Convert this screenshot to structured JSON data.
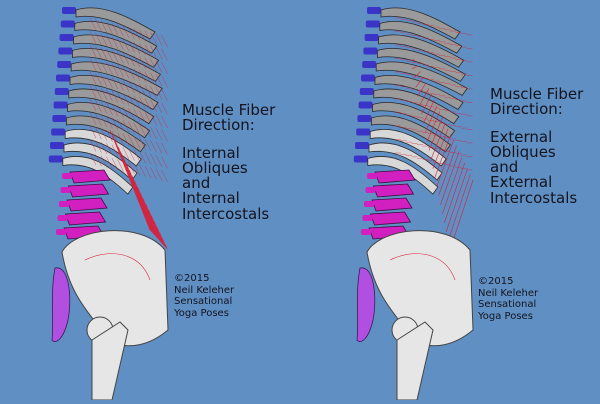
{
  "panels": [
    {
      "title_lines": [
        "Muscle Fiber",
        "Direction:"
      ],
      "subtitle_lines": [
        "Internal",
        "Obliques",
        "and",
        "Internal",
        "Intercostals"
      ],
      "credit_lines": [
        "©2015",
        "Neil Keleher",
        "Sensational",
        "Yoga Poses"
      ]
    },
    {
      "title_lines": [
        "Muscle Fiber",
        "Direction:"
      ],
      "subtitle_lines": [
        "External",
        "Obliques",
        "and",
        "External",
        "Intercostals"
      ],
      "credit_lines": [
        "©2015",
        "Neil Keleher",
        "Sensational",
        "Yoga Poses"
      ]
    }
  ],
  "colors": {
    "background": "#5f8fc3",
    "rib": "#9a9a9a",
    "rib_light": "#d8d8d8",
    "vertebra_thoracic": "#3a35c8",
    "vertebra_lumbar": "#d21fc0",
    "bone": "#e6e6e6",
    "muscle_fiber": "#d8203a",
    "psoas": "#b14fe0",
    "text": "#14141e"
  }
}
